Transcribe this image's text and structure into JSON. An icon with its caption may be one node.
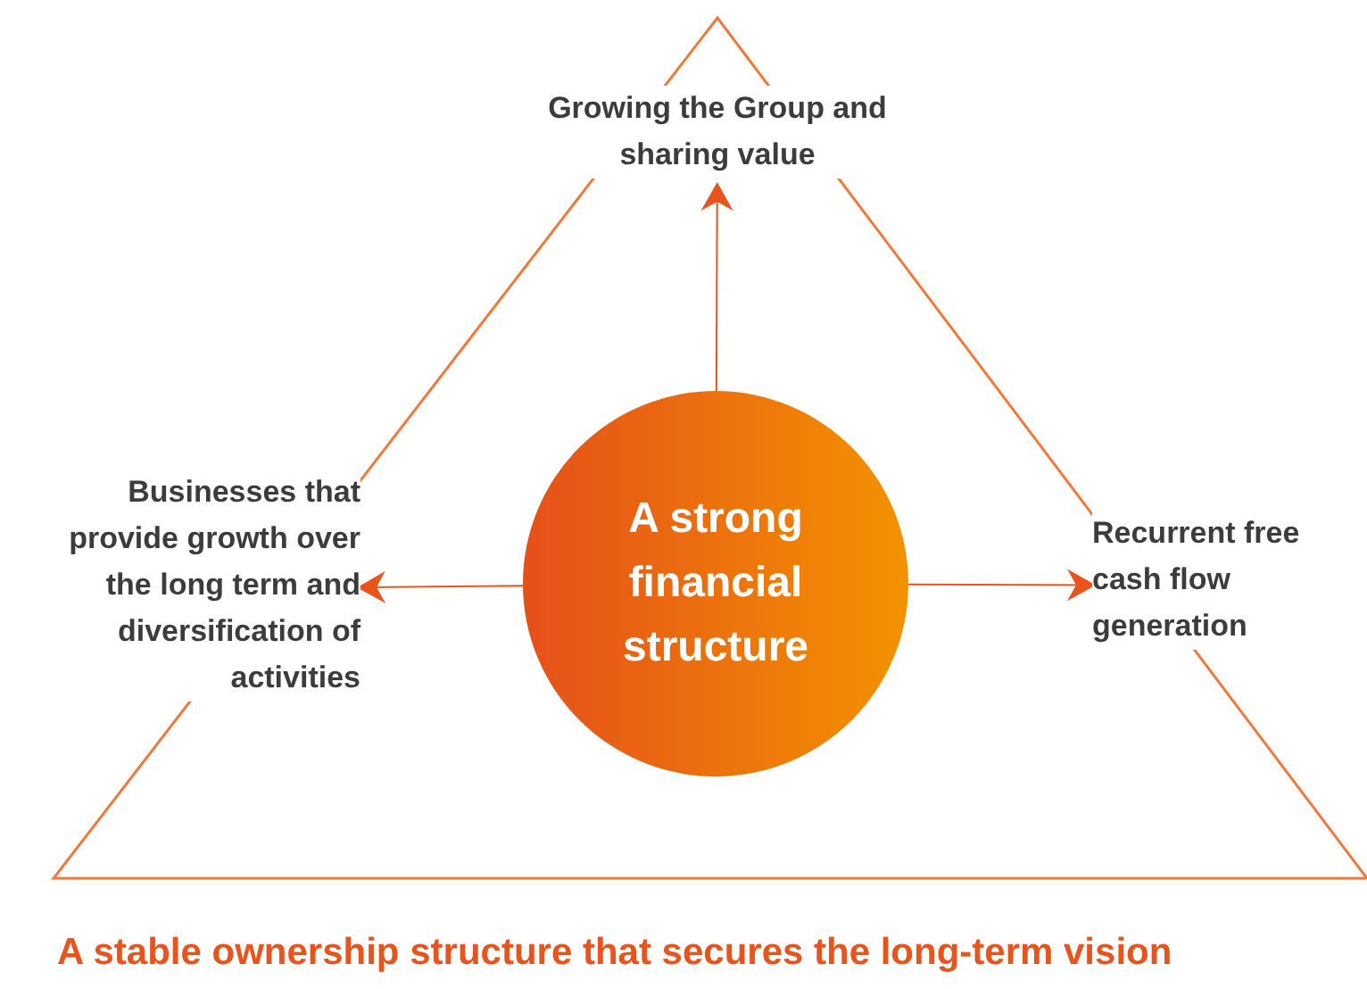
{
  "diagram": {
    "nodes": [
      {
        "text": [
          "Growing the Group and sharing value"
        ]
      },
      {
        "text": [
          "Businesses that provide growth over the long term and diversification of activities"
        ]
      },
      {
        "text": [
          "A strong financial structure"
        ]
      },
      {
        "text": [
          "Recurrent free cash flow generation"
        ]
      }
    ],
    "edges": [
      {
        "from": 2,
        "to": 0,
        "arrow": "to"
      },
      {
        "from": 2,
        "to": 1,
        "arrow": "to"
      },
      {
        "from": 2,
        "to": 3,
        "arrow": "to"
      }
    ],
    "labels": [
      "A stable ownership structure that secures the long-term vision"
    ]
  }
}
